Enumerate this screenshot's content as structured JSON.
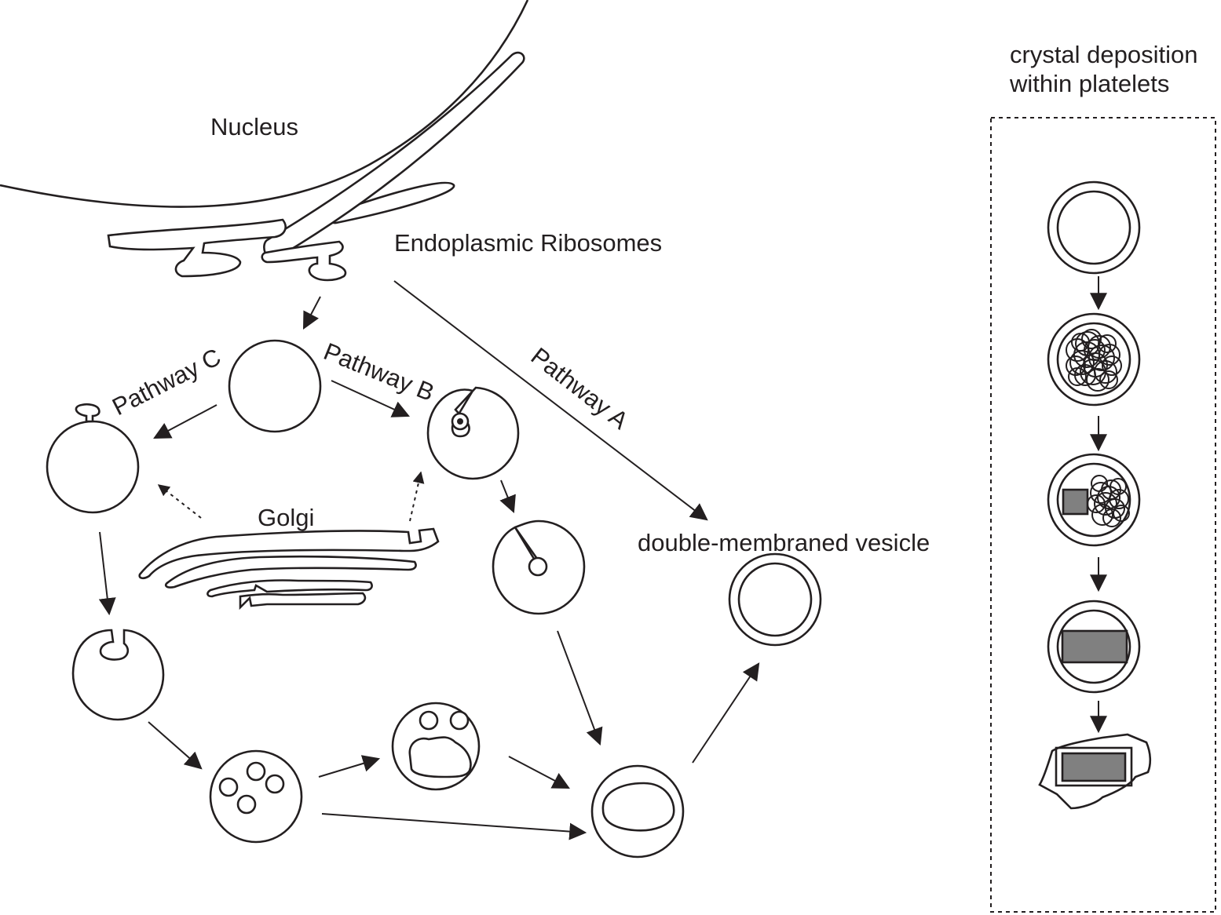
{
  "labels": {
    "nucleus": "Nucleus",
    "er": "Endoplasmic Ribosomes",
    "golgi": "Golgi",
    "pathway_a": "Pathway A",
    "pathway_b": "Pathway B",
    "pathway_c": "Pathway C",
    "dmv": "double-membraned vesicle"
  },
  "panel": {
    "title_line1": "crystal deposition",
    "title_line2": "within platelets"
  },
  "colors": {
    "stroke": "#231f20",
    "crystal_fill": "#808080",
    "background": "#ffffff"
  }
}
